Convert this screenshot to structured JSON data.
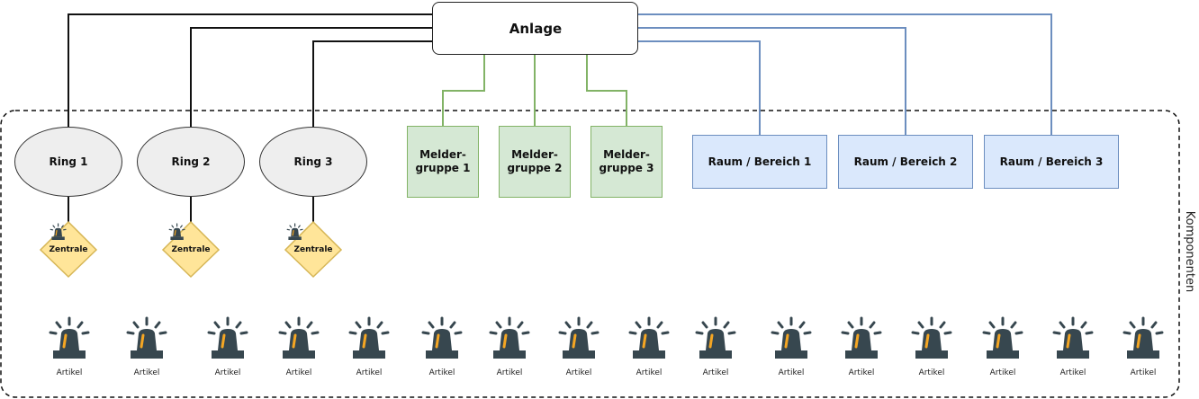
{
  "anlage": {
    "label": "Anlage",
    "icon": "factory-icon"
  },
  "components_label": "Komponenten",
  "rings": [
    {
      "label": "Ring 1",
      "zentrale": "Zentrale"
    },
    {
      "label": "Ring 2",
      "zentrale": "Zentrale"
    },
    {
      "label": "Ring 3",
      "zentrale": "Zentrale"
    }
  ],
  "meldergruppen": [
    {
      "label": "Melder-\ngruppe 1"
    },
    {
      "label": "Melder-\ngruppe 2"
    },
    {
      "label": "Melder-\ngruppe 3"
    }
  ],
  "raeume": [
    {
      "label": "Raum / Bereich 1"
    },
    {
      "label": "Raum / Bereich 2"
    },
    {
      "label": "Raum / Bereich 3"
    }
  ],
  "artikel": [
    "Artikel",
    "Artikel",
    "Artikel",
    "Artikel",
    "Artikel",
    "Artikel",
    "Artikel",
    "Artikel",
    "Artikel",
    "Artikel",
    "Artikel",
    "Artikel",
    "Artikel",
    "Artikel",
    "Artikel",
    "Artikel"
  ],
  "colors": {
    "ring_line": "#111111",
    "melder_line": "#82b366",
    "raum_line": "#6c8ebf",
    "zentrale_fill": "#ffe599",
    "zentrale_stroke": "#d6b656",
    "alarm_dark": "#37474f",
    "alarm_orange": "#f5a623"
  }
}
